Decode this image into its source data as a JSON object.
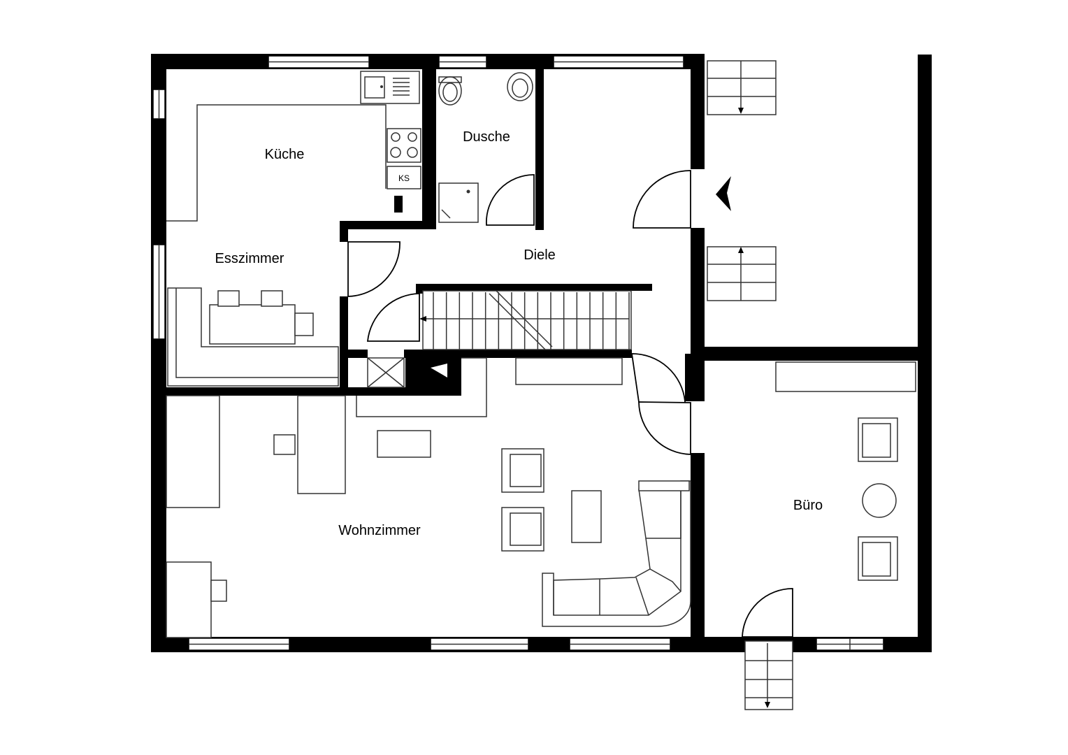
{
  "rooms": {
    "kueche": "Küche",
    "dusche": "Dusche",
    "esszimmer": "Esszimmer",
    "diele": "Diele",
    "wohnzimmer": "Wohnzimmer",
    "buero": "Büro"
  },
  "fixtures": {
    "fridge": "KS"
  },
  "icons": {
    "entrance": "entrance-arrow-icon"
  }
}
